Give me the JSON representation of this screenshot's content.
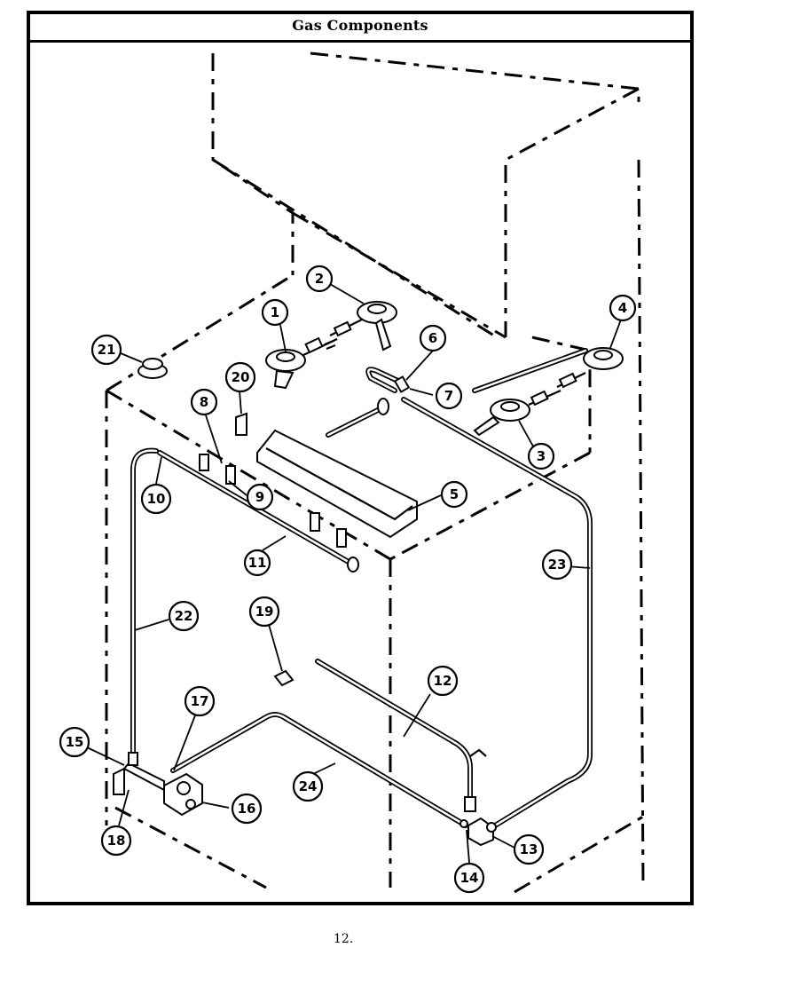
{
  "header": {
    "title": "Gas Components"
  },
  "footer": {
    "page_number": "12."
  },
  "parts": [
    {
      "id": "1",
      "label": "1"
    },
    {
      "id": "2",
      "label": "2"
    },
    {
      "id": "3",
      "label": "3"
    },
    {
      "id": "4",
      "label": "4"
    },
    {
      "id": "5",
      "label": "5"
    },
    {
      "id": "6",
      "label": "6"
    },
    {
      "id": "7",
      "label": "7"
    },
    {
      "id": "8",
      "label": "8"
    },
    {
      "id": "9",
      "label": "9"
    },
    {
      "id": "10",
      "label": "10"
    },
    {
      "id": "11",
      "label": "11"
    },
    {
      "id": "12",
      "label": "12"
    },
    {
      "id": "13",
      "label": "13"
    },
    {
      "id": "14",
      "label": "14"
    },
    {
      "id": "15",
      "label": "15"
    },
    {
      "id": "16",
      "label": "16"
    },
    {
      "id": "17",
      "label": "17"
    },
    {
      "id": "18",
      "label": "18"
    },
    {
      "id": "19",
      "label": "19"
    },
    {
      "id": "20",
      "label": "20"
    },
    {
      "id": "21",
      "label": "21"
    },
    {
      "id": "22",
      "label": "22"
    },
    {
      "id": "23",
      "label": "23"
    },
    {
      "id": "24",
      "label": "24"
    }
  ]
}
